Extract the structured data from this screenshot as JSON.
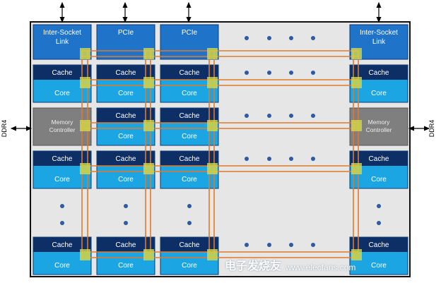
{
  "colors": {
    "io_block": "#1f73c8",
    "cache": "#0e2f66",
    "core": "#1ba5e3",
    "memory_controller": "#7f7f7f",
    "mesh": "#e07a2a",
    "stop": "#d3d84a",
    "dots": "#2d5aa0",
    "die": "#e6e6e6"
  },
  "labels": {
    "inter_socket": "Inter-Socket Link",
    "pcie": "PCIe",
    "cache": "Cache",
    "core": "Core",
    "memory_controller": "Memory Controller",
    "ddr4_left": "DDR4",
    "ddr4_right": "DDR4"
  },
  "grid": {
    "columns": [
      "col1",
      "col2",
      "col3",
      "ellipsis",
      "col5"
    ],
    "rows": [
      [
        "inter_socket",
        "pcie",
        "pcie",
        "ellipsis",
        "inter_socket"
      ],
      [
        "cache_core",
        "cache_core",
        "cache_core",
        "ellipsis",
        "cache_core"
      ],
      [
        "memory_controller",
        "cache_core",
        "cache_core",
        "ellipsis",
        "memory_controller"
      ],
      [
        "cache_core",
        "cache_core",
        "cache_core",
        "ellipsis",
        "cache_core"
      ],
      [
        "vertical_ellipsis",
        "vertical_ellipsis",
        "vertical_ellipsis",
        "empty",
        "vertical_ellipsis"
      ],
      [
        "cache_core",
        "cache_core",
        "cache_core",
        "ellipsis",
        "cache_core"
      ]
    ]
  },
  "watermark": {
    "logo_text": "电子发烧友",
    "url": "www.elecfans.com"
  }
}
